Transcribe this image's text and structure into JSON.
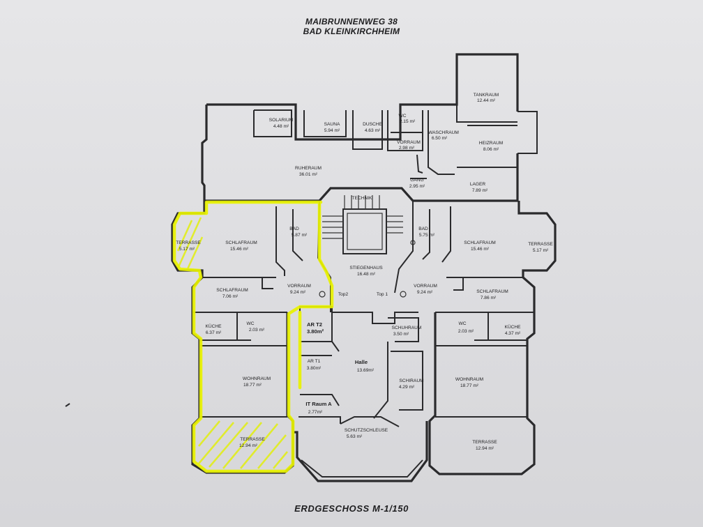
{
  "header": {
    "address": "MAIBRUNNENWEG 38",
    "town": "BAD KLEINKIRCHHEIM"
  },
  "footer": "ERDGESCHOSS  M-1/150",
  "colors": {
    "paper": "#e3e3e6",
    "walls": "#2a2a2c",
    "highlight": "#e8f200"
  },
  "rooms": {
    "solarium": {
      "name": "SOLARIUM",
      "area": "4.48  m²"
    },
    "sauna": {
      "name": "SAUNA",
      "area": "5.94  m²"
    },
    "dusche": {
      "name": "DUSCHE",
      "area": "4.63  m²"
    },
    "wc_top": {
      "name": "WC",
      "area": "2.15  m²"
    },
    "vorraum_top": {
      "name": "VORRAUM",
      "area": "2.98  m²"
    },
    "waschraum": {
      "name": "WASCHRAUM",
      "area": "6.50  m²"
    },
    "tankraum": {
      "name": "TANKRAUM",
      "area": "12.44  m²"
    },
    "heizraum": {
      "name": "HEIZRAUM",
      "area": "8.06  m²"
    },
    "ruheraum": {
      "name": "RUHERAUM",
      "area": "36.01  m²"
    },
    "gang": {
      "name": "GANG",
      "area": "2.95  m²"
    },
    "lager": {
      "name": "LAGER",
      "area": "7.89  m²"
    },
    "technik": {
      "name": "TECHNIK",
      "area": ""
    },
    "terrasse_l": {
      "name": "TERRASSE",
      "area": "5.17  m²"
    },
    "schlafraum_l1": {
      "name": "SCHLAFRAUM",
      "area": "15.46  m²"
    },
    "bad_l": {
      "name": "BAD",
      "area": "5.87  m²"
    },
    "stiegenhaus": {
      "name": "STIEGENHAUS",
      "area": "16.48  m²"
    },
    "bad_r": {
      "name": "BAD",
      "area": "5.75  m²"
    },
    "schlafraum_r1": {
      "name": "SCHLAFRAUM",
      "area": "15.46  m²"
    },
    "terrasse_r": {
      "name": "TERRASSE",
      "area": "5.17  m²"
    },
    "schlafraum_l2": {
      "name": "SCHLAFRAUM",
      "area": "7.06  m²"
    },
    "vorraum_l": {
      "name": "VORRAUM",
      "area": "9.24  m²"
    },
    "vorraum_r": {
      "name": "VORRAUM",
      "area": "9.24  m²"
    },
    "schlafraum_r2": {
      "name": "SCHLAFRAUM",
      "area": "7.86  m²"
    },
    "kueche_l": {
      "name": "KÜCHE",
      "area": "6.37  m²"
    },
    "wc_l": {
      "name": "WC",
      "area": "2.03  m²"
    },
    "ar_t2": {
      "name": "AR T2",
      "area": "3.80m²"
    },
    "schuhraum": {
      "name": "SCHUHRAUM",
      "area": "3.50  m²"
    },
    "wc_r": {
      "name": "WC",
      "area": "2.03  m²"
    },
    "kueche_r": {
      "name": "KÜCHE",
      "area": "4.37  m²"
    },
    "ar_t1": {
      "name": "AR T1",
      "area": "3.80m²"
    },
    "halle": {
      "name": "Halle",
      "area": "13.69m²"
    },
    "wohnraum_l": {
      "name": "WOHNRAUM",
      "area": "18.77  m²"
    },
    "schiraum": {
      "name": "SCHIRAUM",
      "area": "4.29  m²"
    },
    "wohnraum_r": {
      "name": "WOHNRAUM",
      "area": "18.77  m²"
    },
    "it_raum": {
      "name": "IT Raum A",
      "area": "2.77m²"
    },
    "schutzschleuse": {
      "name": "SCHUTZSCHLEUSE",
      "area": "5.63  m²"
    },
    "terrasse_bl": {
      "name": "TERRASSE",
      "area": "12.94  m²"
    },
    "terrasse_br": {
      "name": "TERRASSE",
      "area": "12.94  m²"
    }
  },
  "markers": {
    "top2": "Top2",
    "top1": "Top 1"
  }
}
